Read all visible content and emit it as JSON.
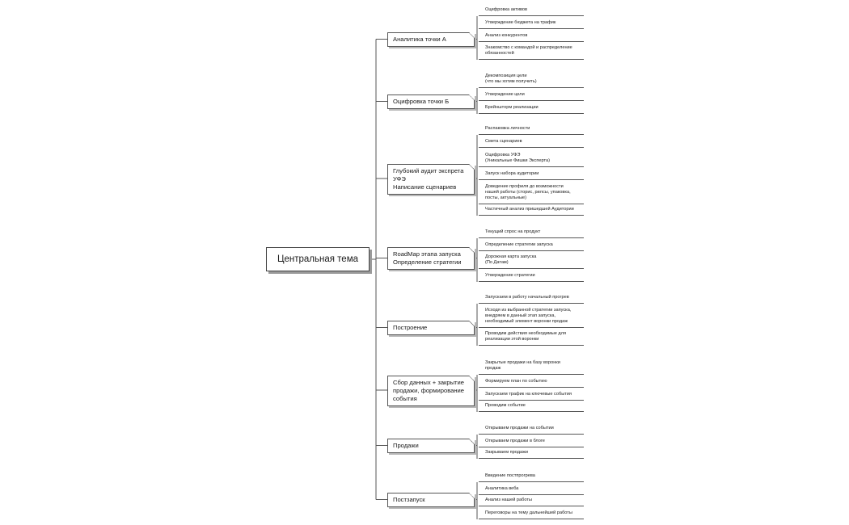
{
  "center": {
    "label": "Центральная тема"
  },
  "branches": [
    {
      "label": "Аналитика точки А",
      "children": [
        "Оцифровка активов",
        "Утверждение бюджета на трафик",
        "Анализ конкурентов",
        "Знакомство с командой и распределение\nобязанностей"
      ]
    },
    {
      "label": "Оцифровка точки Б",
      "children": [
        "Декомпозиция цели\n(что мы хотим получить)",
        "Утверждение цели",
        "Брейншторм реализации"
      ]
    },
    {
      "label": "Глубокий аудит экспрета\nУФЭ\nНаписание сценариев",
      "children": [
        "Распаковка личности",
        "Смета сценариев",
        "Оцифровка УФЭ\n(Уникальные Фишки Эксперта)",
        "Запуск набора аудитории",
        "Доведение профиля до возможности\nнашей работы (сторис, рилсы, упаковка,\nпосты, актуальные)",
        "Частичный анализ пришедшей Аудитории"
      ]
    },
    {
      "label": "RoadMap этапа запуска\nОпределение стратегии",
      "children": [
        "Текущий спрос на продукт",
        "Определение стратегии запуска",
        "Дорожная карта запуска\n(По Датам)",
        "Утверждение стратегии"
      ]
    },
    {
      "label": "Построение",
      "children": [
        "Запускаем в работу начальный прогрев",
        "Исходя из выбранной стратегии запуска,\nвнедряем в данный этап запуска,\nнеобходимый элемент воронки продаж",
        "Проводим действия необходимые для\nреализации этой воронки"
      ]
    },
    {
      "label": "Сбор данных + закрытие\nпродажи, формирование\nсобытия",
      "children": [
        "Закрытые продажи на базу воронки\nпродаж",
        "Формируем план по событию",
        "Запускаем трафик на ключевые события",
        "Проводим событие"
      ]
    },
    {
      "label": "Продажи",
      "children": [
        "Открываем продажи на событии",
        "Открываем продажи в блоге",
        "Закрываем продажи"
      ]
    },
    {
      "label": "Постзапуск",
      "children": [
        "Введение постпрогрева",
        "Аналитика веба",
        "Анализ нашей работы",
        "Переговоры на тему дальнейшей работы"
      ]
    }
  ]
}
